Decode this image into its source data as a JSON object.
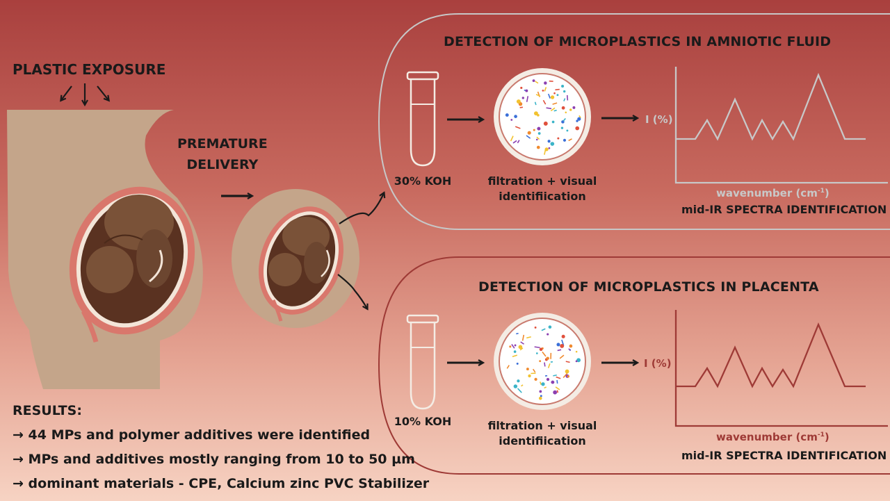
{
  "left": {
    "plastic_exposure": "PLASTIC EXPOSURE",
    "premature_delivery": [
      "PREMATURE",
      "DELIVERY"
    ]
  },
  "panels": [
    {
      "title": "DETECTION OF MICROPLASTICS IN AMNIOTIC FLUID",
      "reagent": "30% KOH",
      "filtration": [
        "filtration + visual",
        "identifiication"
      ],
      "y_label": "I (%)",
      "x_label": "wavenumber (cm",
      "x_label_sup": "-1",
      "x_label_tail": ")",
      "spectra_caption": "mid-IR SPECTRA IDENTIFICATION",
      "accent": "#c8c8c8"
    },
    {
      "title": "DETECTION OF MICROPLASTICS IN PLACENTA",
      "reagent": "10% KOH",
      "filtration": [
        "filtration + visual",
        "identifiication"
      ],
      "y_label": "I (%)",
      "x_label": "wavenumber (cm",
      "x_label_sup": "-1",
      "x_label_tail": ")",
      "spectra_caption": "mid-IR SPECTRA IDENTIFICATION",
      "accent": "#9e3a36"
    }
  ],
  "results": {
    "heading": "RESULTS:",
    "items": [
      "→ 44 MPs and polymer additives were identified",
      "→ MPs and additives mostly ranging from 10 to 50 µm",
      "→ dominant materials - CPE, Calcium zinc PVC Stabilizer"
    ]
  },
  "colors": {
    "skin": "#c4a58a",
    "uterus": "#d9776c",
    "fetus": "#7a5238",
    "outline": "#f6ece2"
  },
  "icons": [
    "test-tube-icon",
    "filter-dish-icon",
    "arrow-right-icon",
    "spectrum-plot-icon"
  ]
}
